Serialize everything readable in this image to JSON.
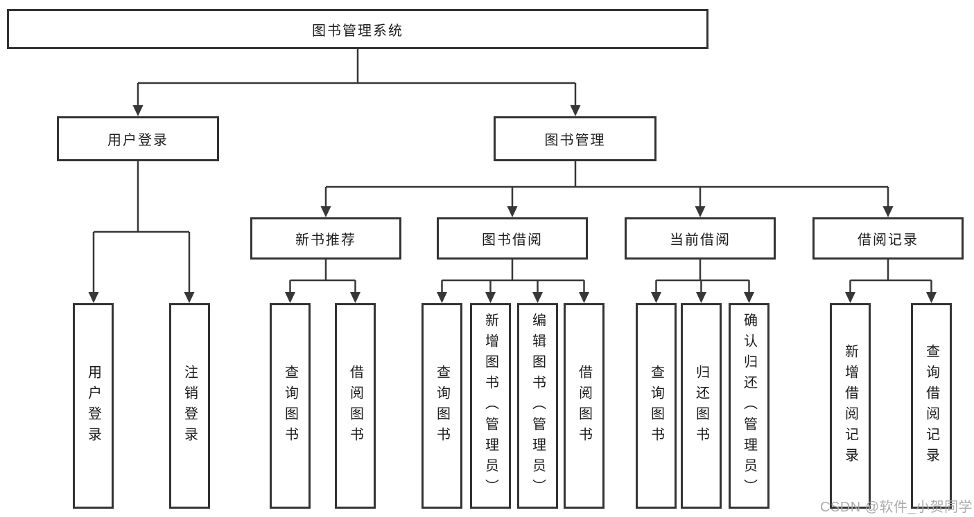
{
  "diagram_title": "图书管理系统",
  "tree": {
    "label": "图书管理系统",
    "children": [
      {
        "label": "用户登录",
        "children": [
          {
            "label": "用户登录"
          },
          {
            "label": "注销登录"
          }
        ]
      },
      {
        "label": "图书管理",
        "children": [
          {
            "label": "新书推荐",
            "children": [
              {
                "label": "查询图书"
              },
              {
                "label": "借阅图书"
              }
            ]
          },
          {
            "label": "图书借阅",
            "children": [
              {
                "label": "查询图书"
              },
              {
                "label": "新增图书（管理员）"
              },
              {
                "label": "编辑图书（管理员）"
              },
              {
                "label": "借阅图书"
              }
            ]
          },
          {
            "label": "当前借阅",
            "children": [
              {
                "label": "查询图书"
              },
              {
                "label": "归还图书"
              },
              {
                "label": "确认归还（管理员）"
              }
            ]
          },
          {
            "label": "借阅记录",
            "children": [
              {
                "label": "新增借阅记录"
              },
              {
                "label": "查询借阅记录"
              }
            ]
          }
        ]
      }
    ]
  },
  "watermark": "CSDN @软件_小贺同学",
  "colors": {
    "line": "#373737",
    "box_border": "#333333",
    "box_fill": "#ffffff",
    "text": "#1c1c1c",
    "watermark": "#a8a8a8",
    "background": "#ffffff"
  }
}
